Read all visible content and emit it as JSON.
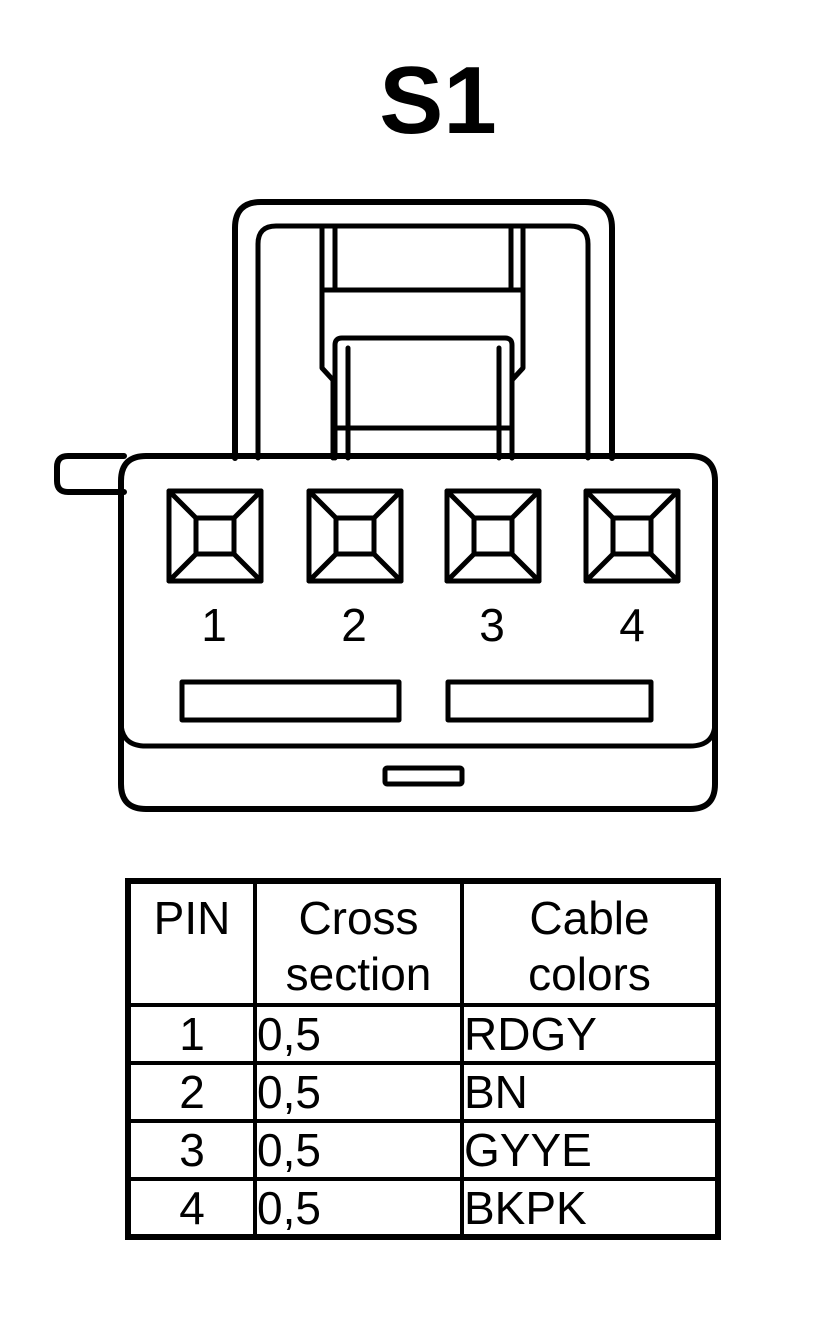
{
  "title": "S1",
  "connector": {
    "pins": [
      "1",
      "2",
      "3",
      "4"
    ]
  },
  "table": {
    "headers": {
      "pin": "PIN",
      "cross_line1": "Cross",
      "cross_line2": "section",
      "color_line1": "Cable",
      "color_line2": "colors"
    },
    "rows": [
      {
        "pin": "1",
        "cross_section": "0,5",
        "color": "RDGY"
      },
      {
        "pin": "2",
        "cross_section": "0,5",
        "color": "BN"
      },
      {
        "pin": "3",
        "cross_section": "0,5",
        "color": "GYYE"
      },
      {
        "pin": "4",
        "cross_section": "0,5",
        "color": "BKPK"
      }
    ]
  }
}
